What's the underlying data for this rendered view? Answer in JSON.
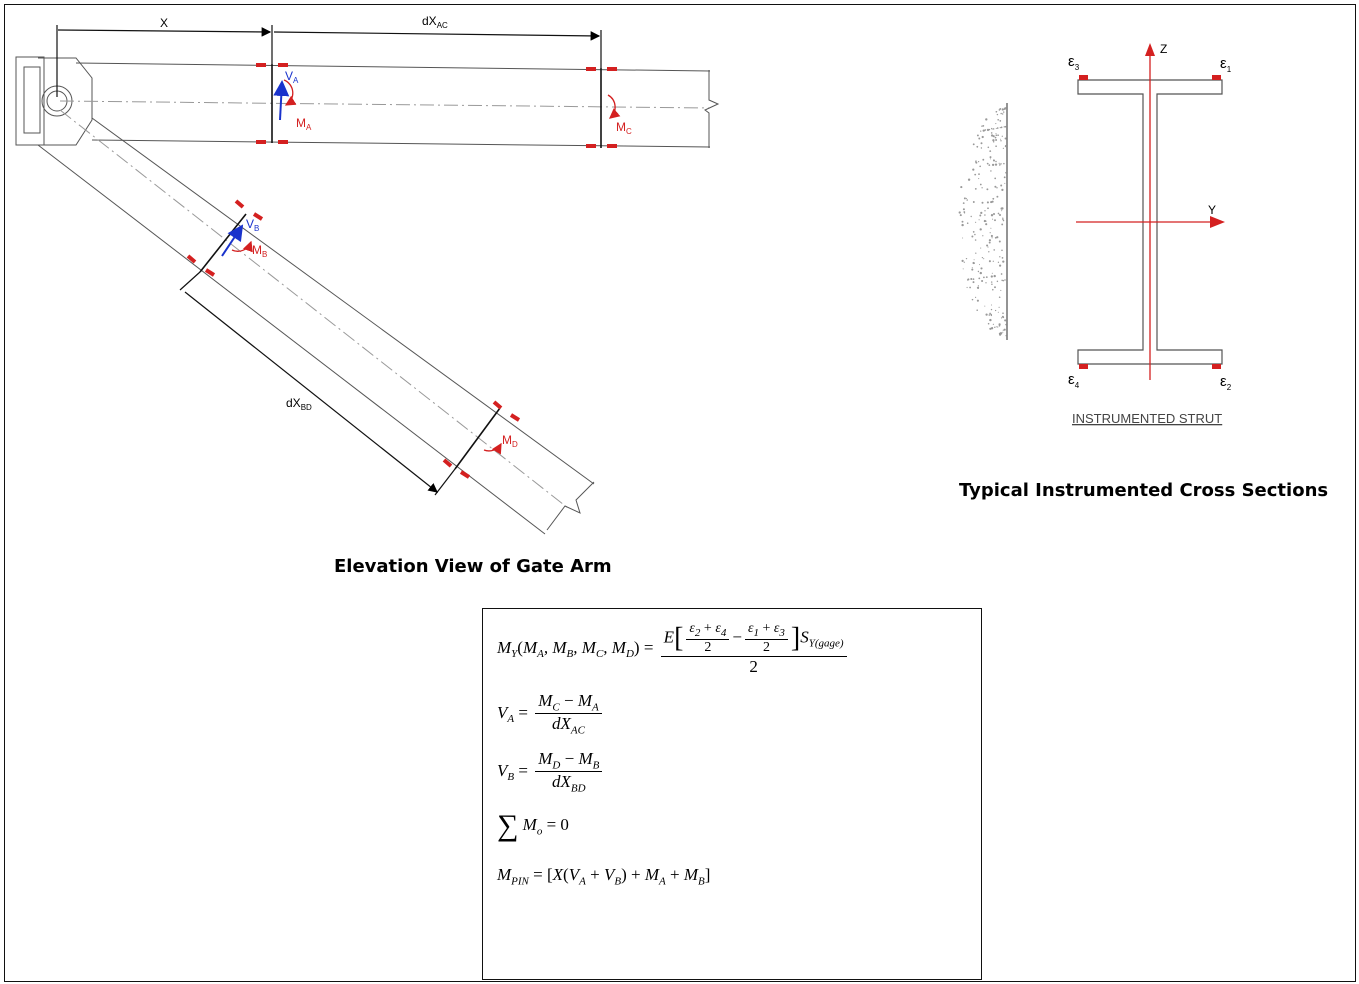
{
  "elevation": {
    "dim_x": "X",
    "dim_dxac": "dX",
    "dim_dxac_sub": "AC",
    "dim_dxbd": "dX",
    "dim_dxbd_sub": "BD",
    "va": "V",
    "va_sub": "A",
    "ma": "M",
    "ma_sub": "A",
    "mc": "M",
    "mc_sub": "C",
    "vb": "V",
    "vb_sub": "B",
    "mb": "M",
    "mb_sub": "B",
    "md": "M",
    "md_sub": "D",
    "caption": "Elevation View of Gate Arm"
  },
  "cross_section": {
    "axis_z": "Z",
    "axis_y": "Y",
    "e1": "ε",
    "e1_sub": "1",
    "e2": "ε",
    "e2_sub": "2",
    "e3": "ε",
    "e3_sub": "3",
    "e4": "ε",
    "e4_sub": "4",
    "label": "INSTRUMENTED STRUT",
    "caption": "Typical Instrumented Cross Sections"
  },
  "colors": {
    "red": "#d42020",
    "blue": "#1a33cc",
    "line": "#444444"
  }
}
